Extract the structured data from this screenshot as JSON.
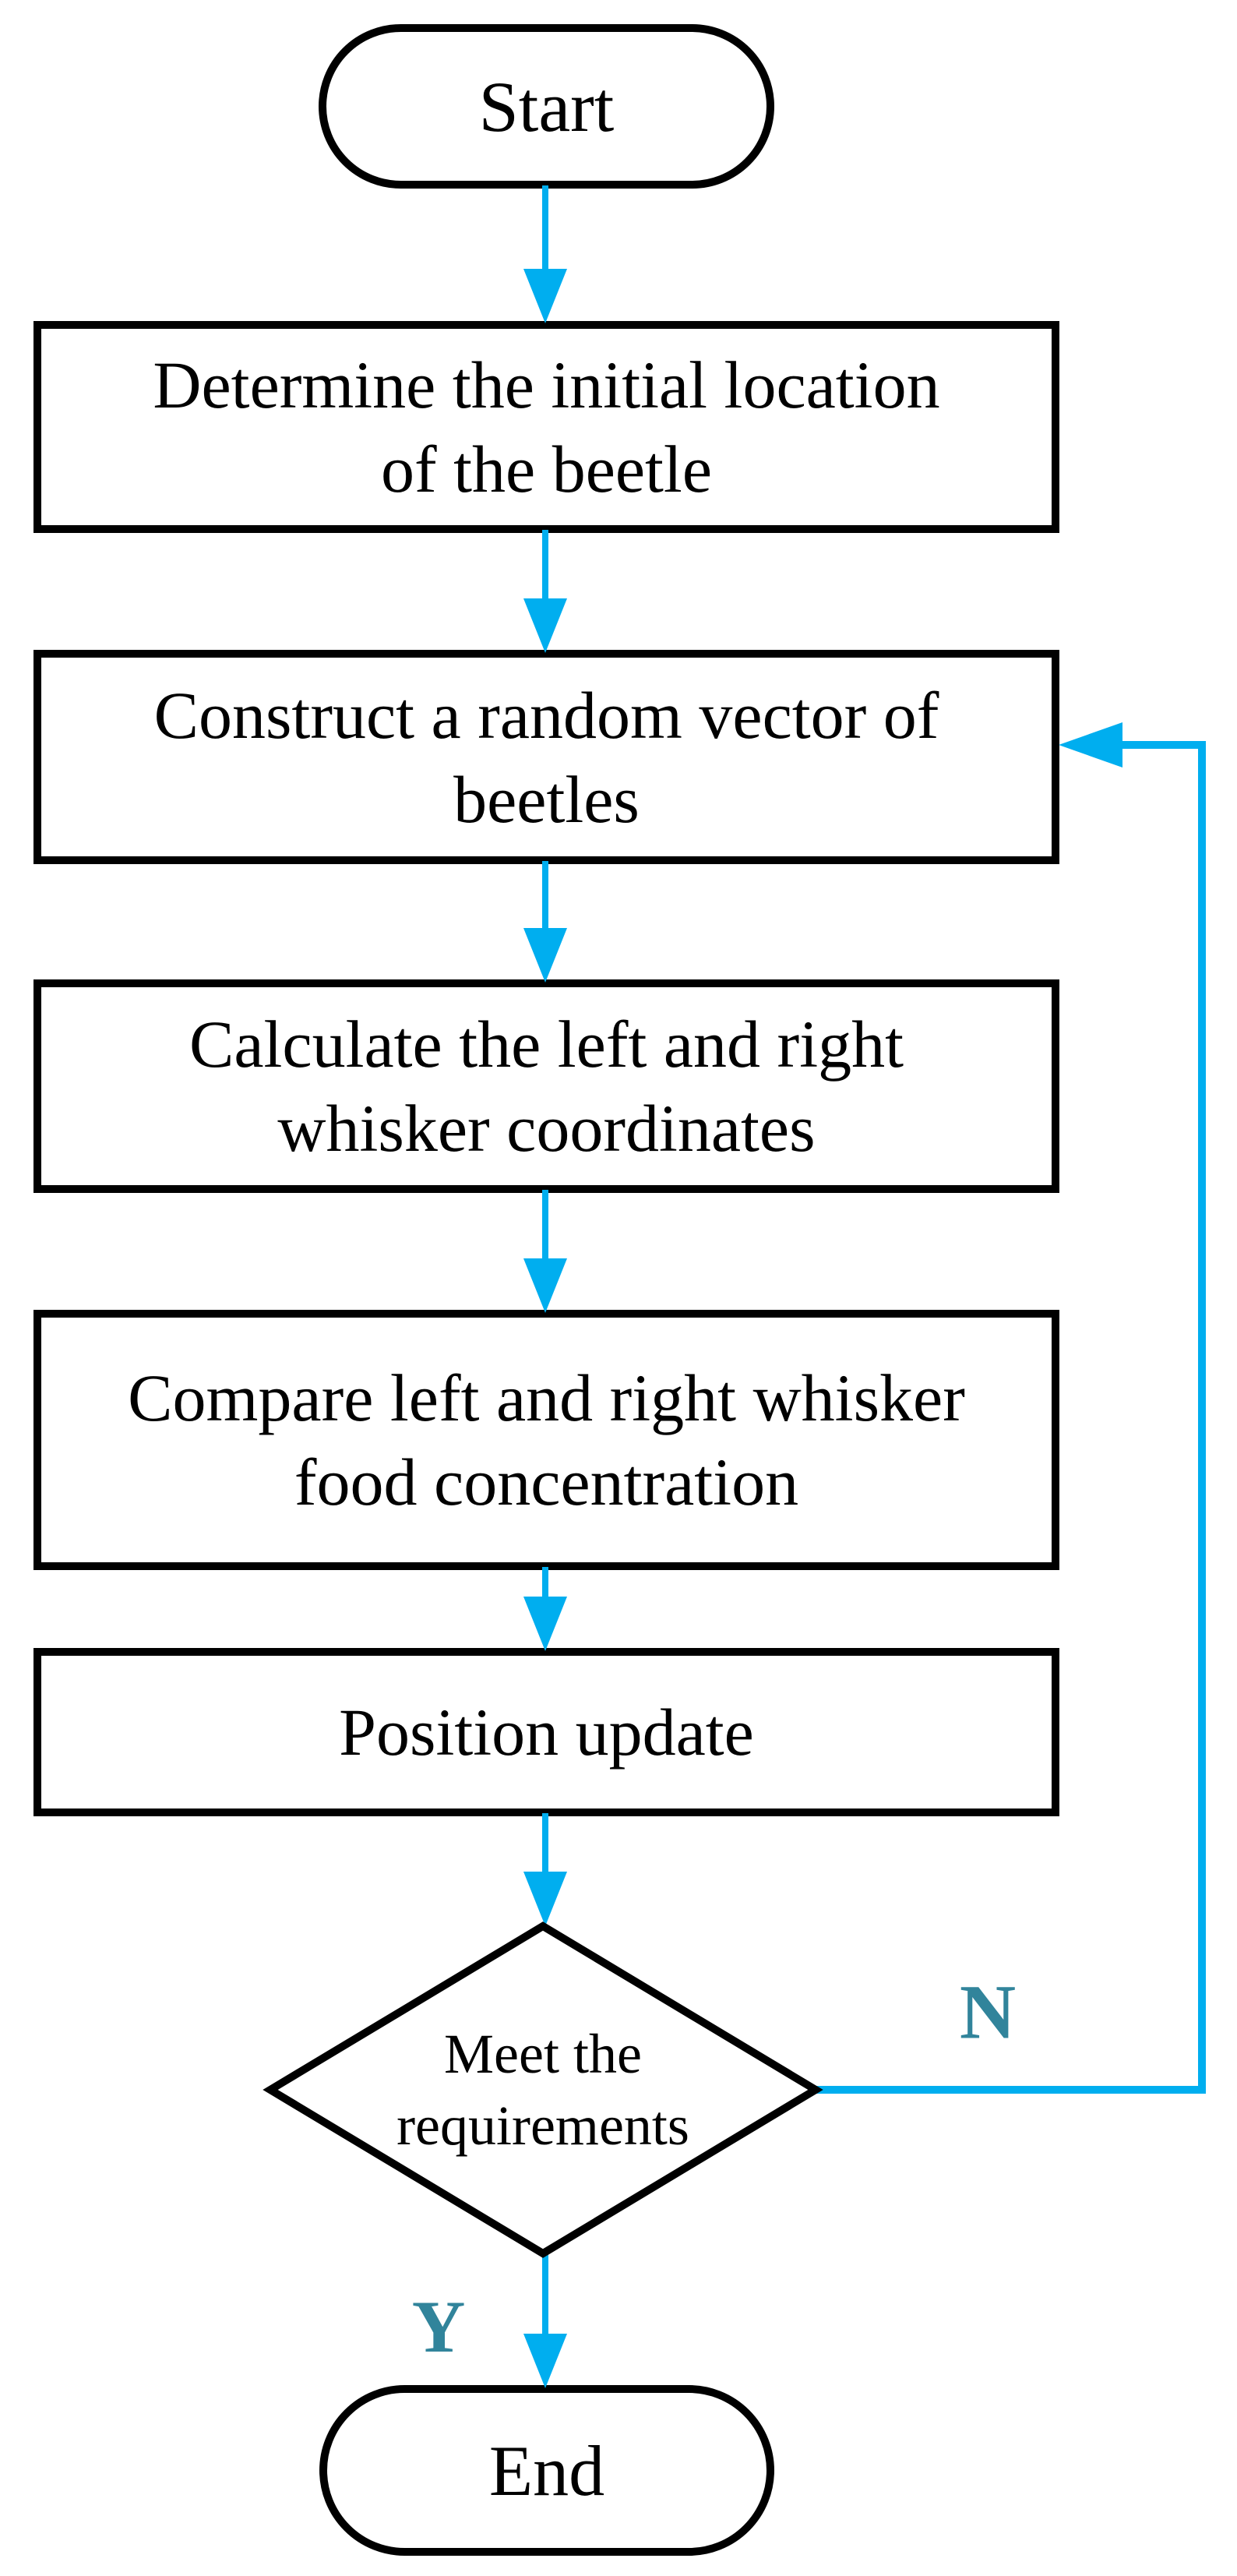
{
  "nodes": {
    "start": {
      "label": "Start",
      "type": "terminator"
    },
    "determine": {
      "label": "Determine the initial location\nof the beetle",
      "type": "process"
    },
    "construct": {
      "label": "Construct a random vector of\nbeetles",
      "type": "process"
    },
    "calculate": {
      "label": "Calculate the left and right\nwhisker coordinates",
      "type": "process"
    },
    "compare": {
      "label": "Compare left and right whisker\nfood concentration",
      "type": "process"
    },
    "position": {
      "label": "Position update",
      "type": "process"
    },
    "decision": {
      "label": "Meet the\nrequirements",
      "type": "decision"
    },
    "end": {
      "label": "End",
      "type": "terminator"
    }
  },
  "edges": {
    "no_label": "N",
    "yes_label": "Y"
  },
  "colors": {
    "arrow": "#00AEEF",
    "branch_label": "#31849B",
    "outline": "#000000",
    "background": "#FFFFFF"
  }
}
